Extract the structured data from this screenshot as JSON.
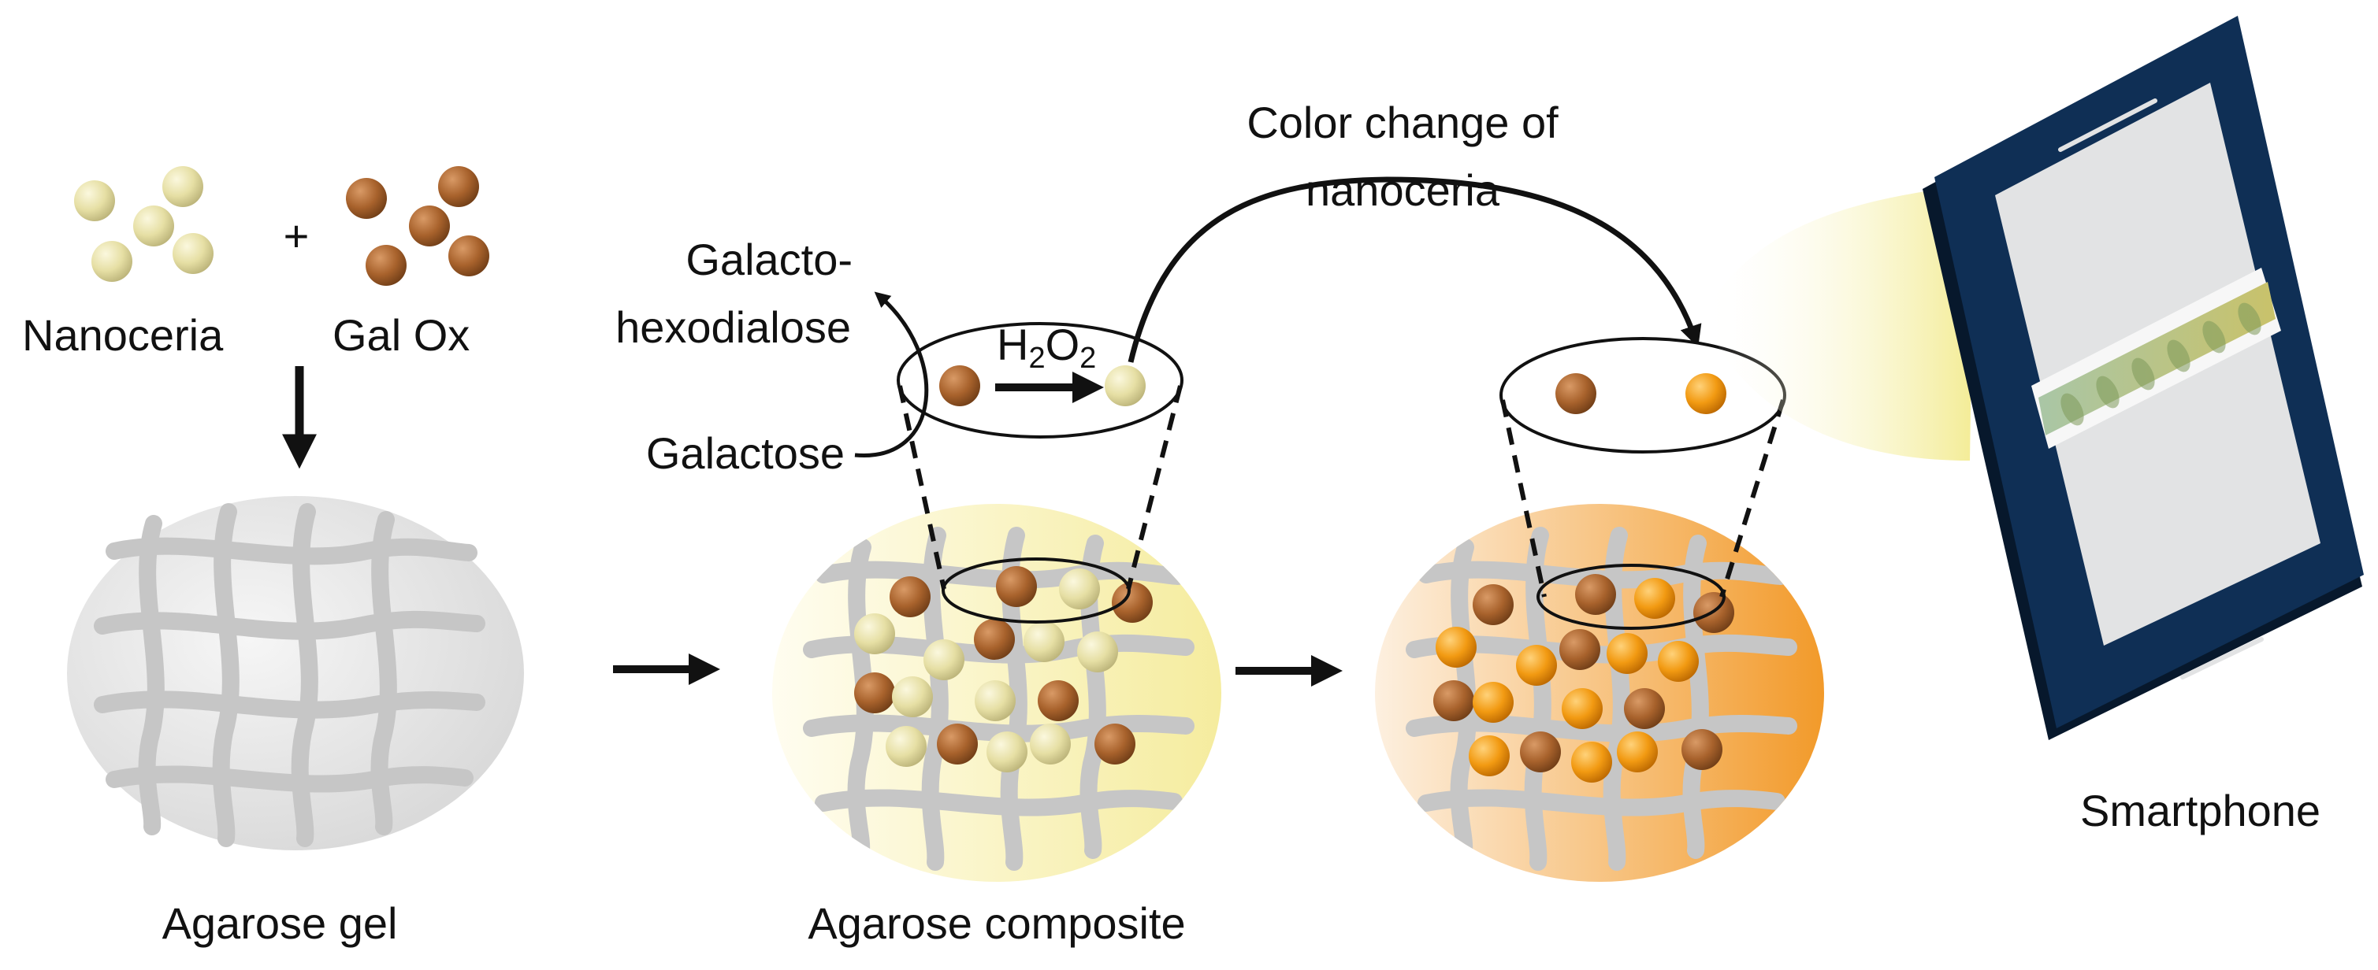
{
  "labels": {
    "nanoceria": "Nanoceria",
    "plus": "+",
    "gal_ox": "Gal Ox",
    "agarose_gel": "Agarose gel",
    "agarose_composite": "Agarose composite",
    "galacto_line1": "Galacto-",
    "galacto_line2": "hexodialose",
    "galactose": "Galactose",
    "h2o2_h": "H",
    "h2o2_sub1": "2",
    "h2o2_o": "O",
    "h2o2_sub2": "2",
    "color_change_line1": "Color change of",
    "color_change_line2": "nanoceria",
    "smartphone": "Smartphone"
  },
  "colors": {
    "nanoceria": "#e6dfa4",
    "gal_ox": "#a8622c",
    "oxidized_nanoceria": "#f29a12",
    "gel_fiber": "#c6c6c6",
    "phone_body": "#0f2f55",
    "phone_screen": "#e2e3e4"
  },
  "icons": [
    "nanoceria-particle-icon",
    "gal-ox-particle-icon",
    "smartphone-icon"
  ]
}
